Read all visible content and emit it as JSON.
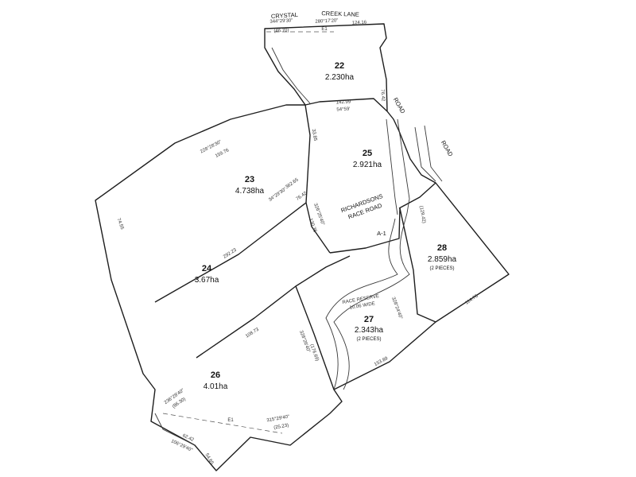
{
  "roads": {
    "crystal": "CRYSTAL",
    "creek_lane": "CREEK LANE",
    "richardsons_1": "RICHARDSONS",
    "richardsons_2": "RACE ROAD",
    "road_right": "ROAD",
    "road_mid": "ROAD",
    "race_reserve": "RACE RESERVE",
    "race_reserve_width": "10.06 WIDE",
    "easement_label": "E1",
    "easement_label_2": "E1",
    "point_a1": "A-1"
  },
  "lots": [
    {
      "id": "22",
      "number": "22",
      "area": "2.230ha",
      "note": ""
    },
    {
      "id": "23",
      "number": "23",
      "area": "4.738ha",
      "note": ""
    },
    {
      "id": "24",
      "number": "24",
      "area": "3.67ha",
      "note": ""
    },
    {
      "id": "25",
      "number": "25",
      "area": "2.921ha",
      "note": ""
    },
    {
      "id": "26",
      "number": "26",
      "area": "4.01ha",
      "note": ""
    },
    {
      "id": "27",
      "number": "27",
      "area": "2.343ha",
      "note": "(2 PIECES)"
    },
    {
      "id": "28",
      "number": "28",
      "area": "2.859ha",
      "note": "(2 PIECES)"
    }
  ],
  "dimensions": [
    "280°17'20\"",
    "124.16",
    "344°29'30\"",
    "(46.70)",
    "228°28'30\"",
    "159.76",
    "142.99",
    "54°59'",
    "34°29'30\"",
    "362.65",
    "76.42",
    "292.23",
    "326°25'40\"",
    "130.35",
    "33.85",
    "108.73",
    "114.76",
    "328°26'40\"",
    "(176.69)",
    "153.89",
    "315°29'40\"",
    "(25.23)",
    "54.65",
    "62.42",
    "106°29'40\"",
    "328°24'40\"",
    "(129.42)",
    "76.42",
    "236°28'40\"",
    "(86.30)",
    "74.55"
  ]
}
